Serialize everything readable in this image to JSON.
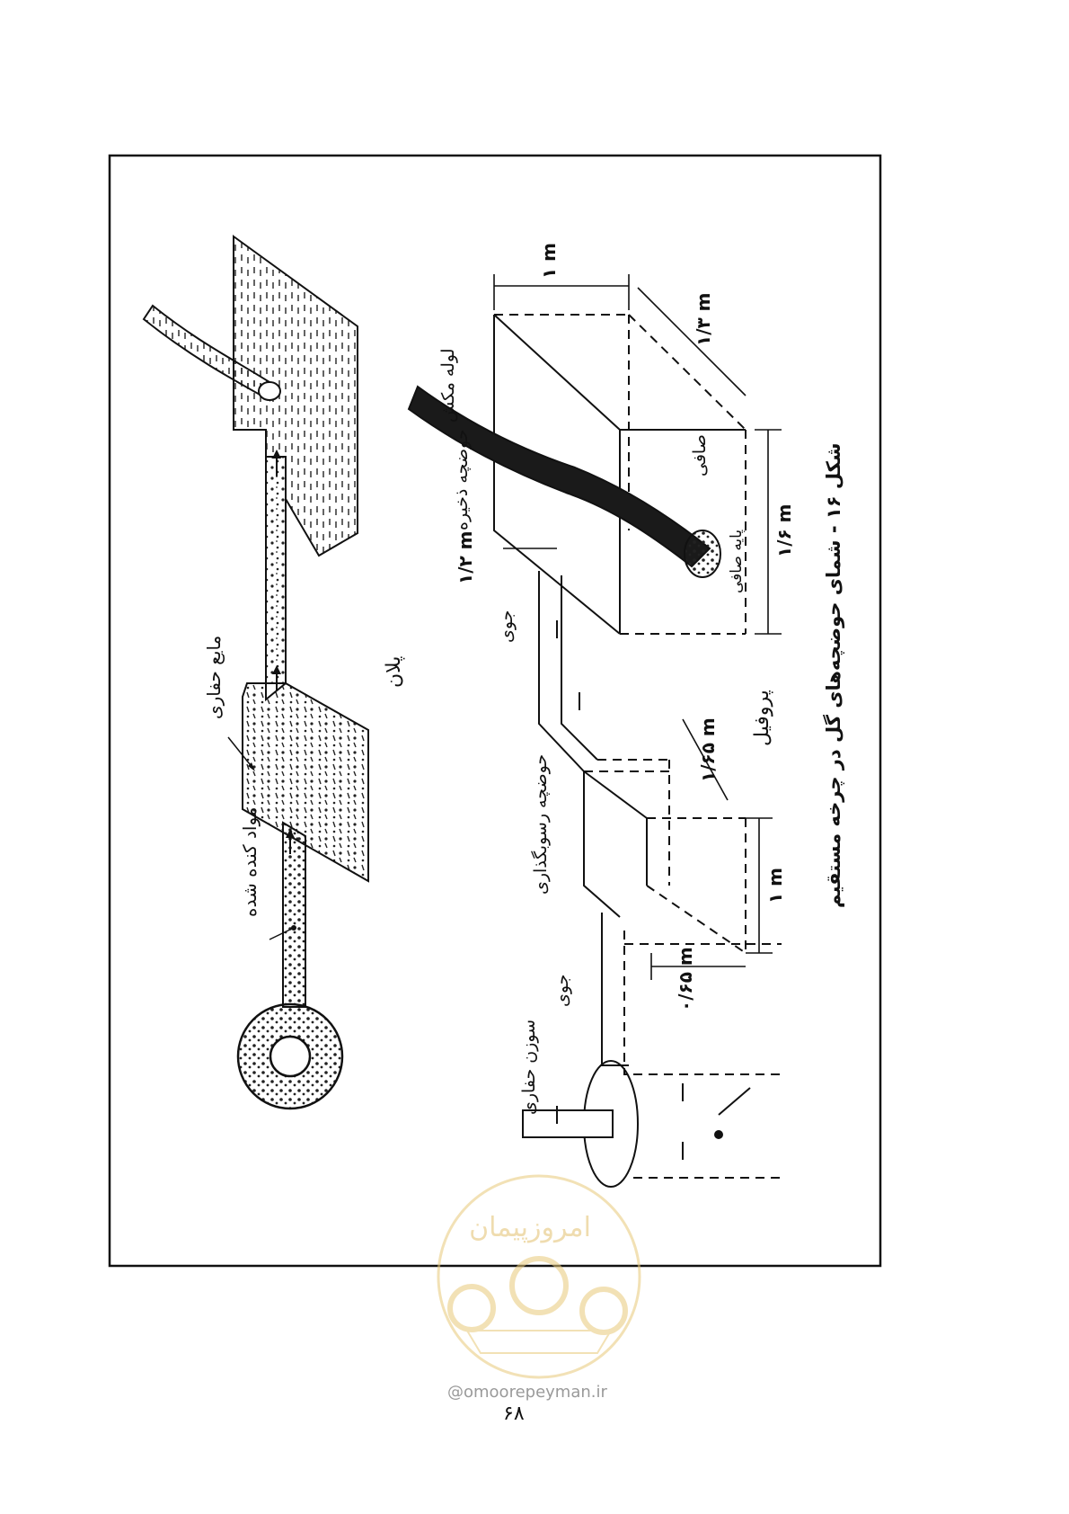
{
  "labels": {
    "plan": "پلان",
    "profile": "پروفیل",
    "drilling_fluid": "مایع حفاری",
    "cuttings": "مواد کنده شده",
    "suction_pipe": "لوله مکش",
    "storage_pit": "حوضچه ذخیره",
    "strainer": "صافی",
    "strainer_leg": "پایه صافی",
    "channel_top": "جوی",
    "channel_bottom": "جوی",
    "settling_pit": "حوضچه رسوبگذاری",
    "drill_bit": "سوزن حفاری"
  },
  "dimensions": {
    "d1": "۱ m",
    "d2": "۱/۳ m",
    "d3": "۱/۶ m",
    "d4": "۱/۲ m",
    "d5": "۱/۶۵ m",
    "d6": "۱ m",
    "d7": "۰/۶۵ m"
  },
  "caption": "شکل ۱۶ - شمای حوضچه‌های گل در چرخه مستقیم",
  "page_number": "۶۸",
  "watermark": {
    "text": "امروزپیمان",
    "site": "@omoorepeyman.ir",
    "color": "#e8c97a"
  }
}
